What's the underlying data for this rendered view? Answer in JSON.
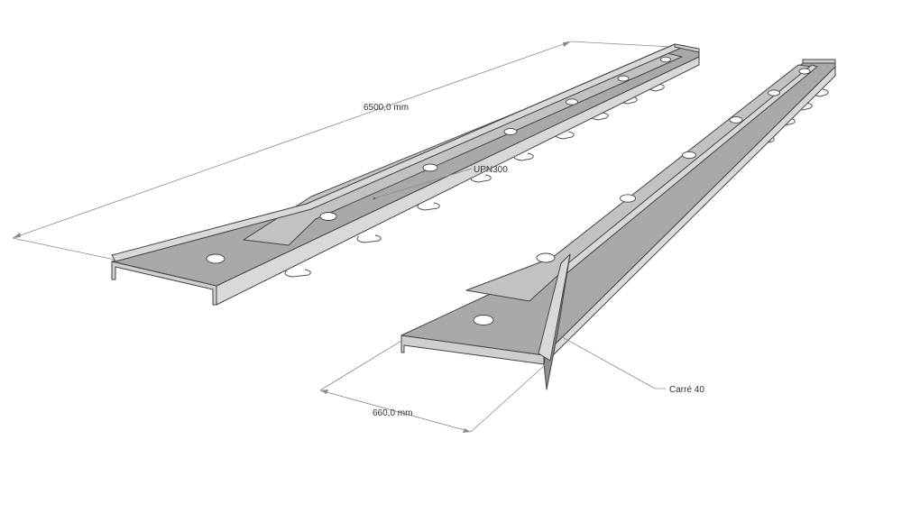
{
  "labels": {
    "length_dimension": "6500,0 mm",
    "profile_label": "UPN300",
    "width_dimension": "660,0 mm",
    "tube_label": "Carré 40"
  },
  "colors": {
    "steel_top": "#a9a9a9",
    "steel_side": "#d9d9d9",
    "edge": "#444444",
    "dimension_line": "#8a8a8a"
  }
}
